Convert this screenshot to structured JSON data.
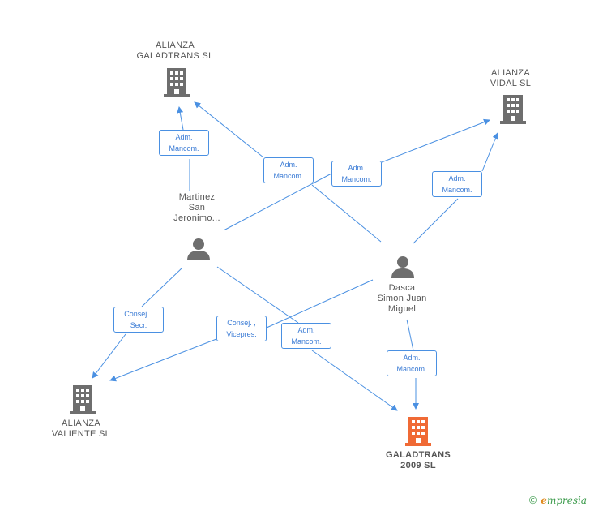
{
  "nodes": {
    "alianza_galadtrans": {
      "lines": [
        "ALIANZA",
        "GALADTRANS SL"
      ],
      "kind": "company"
    },
    "alianza_vidal": {
      "lines": [
        "ALIANZA",
        "VIDAL SL"
      ],
      "kind": "company"
    },
    "alianza_valiente": {
      "lines": [
        "ALIANZA",
        "VALIENTE SL"
      ],
      "kind": "company"
    },
    "galadtrans_2009": {
      "lines": [
        "GALADTRANS",
        "2009 SL"
      ],
      "kind": "company-main"
    },
    "martinez": {
      "lines": [
        "Martinez",
        "San",
        "Jeronimo..."
      ],
      "kind": "person"
    },
    "dasca": {
      "lines": [
        "Dasca",
        "Simon Juan",
        "Miguel"
      ],
      "kind": "person"
    }
  },
  "edges": [
    {
      "label": [
        "Adm.",
        "Mancom."
      ],
      "from": "martinez",
      "to": "alianza_galadtrans"
    },
    {
      "label": [
        "Adm.",
        "Mancom."
      ],
      "from": "dasca",
      "to": "alianza_galadtrans"
    },
    {
      "label": [
        "Adm.",
        "Mancom."
      ],
      "from": "martinez",
      "to": "alianza_vidal"
    },
    {
      "label": [
        "Adm.",
        "Mancom."
      ],
      "from": "dasca",
      "to": "alianza_vidal"
    },
    {
      "label": [
        "Consej. ,",
        "Secr."
      ],
      "from": "martinez",
      "to": "alianza_valiente"
    },
    {
      "label": [
        "Consej. ,",
        "Vicepres."
      ],
      "from": "dasca",
      "to": "alianza_valiente"
    },
    {
      "label": [
        "Adm.",
        "Mancom."
      ],
      "from": "martinez",
      "to": "galadtrans_2009"
    },
    {
      "label": [
        "Adm.",
        "Mancom."
      ],
      "from": "dasca",
      "to": "galadtrans_2009"
    }
  ],
  "colors": {
    "edge": "#4a90e2",
    "company_icon": "#6e6e6e",
    "main_icon": "#f06a35",
    "person_icon": "#6e6e6e"
  },
  "footer": {
    "copyright": "©",
    "brand_initial": "e",
    "brand_rest": "mpresia"
  }
}
